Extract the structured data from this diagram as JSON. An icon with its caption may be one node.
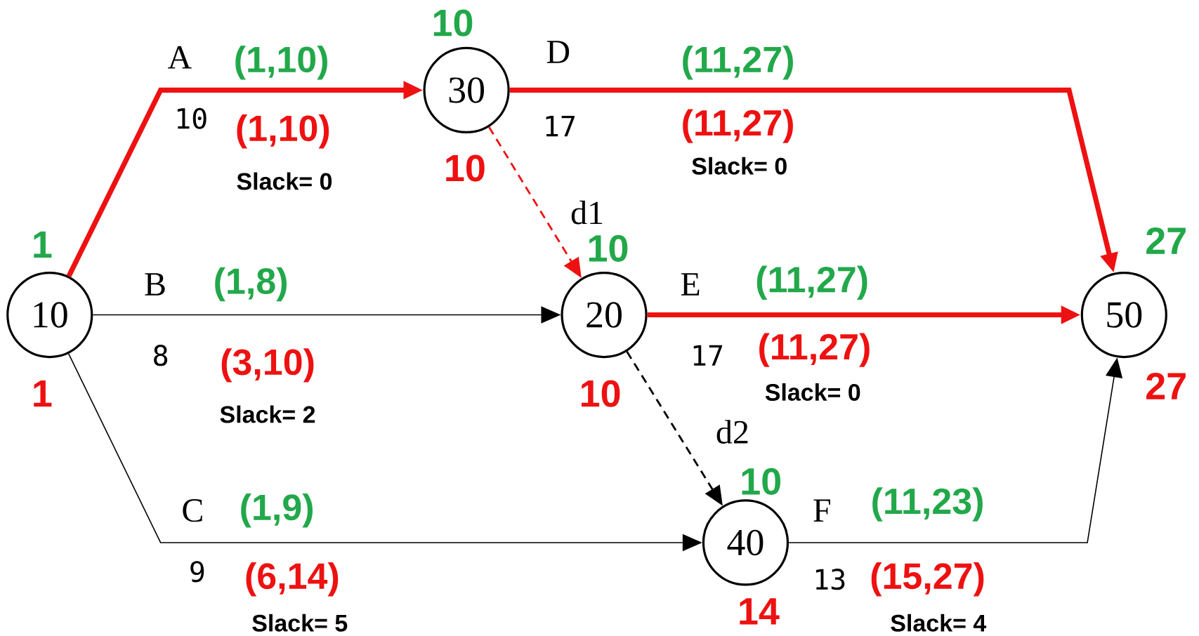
{
  "diagram": {
    "nodes": [
      {
        "text": [
          "10"
        ],
        "beside": [
          "1",
          "1"
        ]
      },
      {
        "text": [
          "30"
        ],
        "beside": [
          "10",
          "10"
        ]
      },
      {
        "text": [
          "20"
        ],
        "beside": [
          "10",
          "10"
        ]
      },
      {
        "text": [
          "40"
        ],
        "beside": [
          "10",
          "14"
        ]
      },
      {
        "text": [
          "50"
        ],
        "beside": [
          "27",
          "27"
        ]
      }
    ],
    "edges": [
      {
        "from": 0,
        "to": 1,
        "arrow": "to",
        "label": "A",
        "style": "thick",
        "color": "#ee1111"
      },
      {
        "from": 0,
        "to": 2,
        "arrow": "to",
        "label": "B",
        "color": "#000000"
      },
      {
        "from": 0,
        "to": 3,
        "arrow": "to",
        "label": "C",
        "color": "#000000"
      },
      {
        "from": 1,
        "to": 4,
        "arrow": "to",
        "label": "D",
        "style": "thick",
        "color": "#ee1111"
      },
      {
        "from": 1,
        "to": 2,
        "arrow": "to",
        "label": "d1",
        "style": "dashed",
        "color": "#ee1111"
      },
      {
        "from": 2,
        "to": 4,
        "arrow": "to",
        "label": "E",
        "style": "thick",
        "color": "#ee1111"
      },
      {
        "from": 2,
        "to": 3,
        "arrow": "to",
        "label": "d2",
        "style": "dashed",
        "color": "#000000"
      },
      {
        "from": 3,
        "to": 4,
        "arrow": "to",
        "label": "F",
        "color": "#000000"
      }
    ],
    "labels": [
      "(1,10)",
      "10",
      "(1,10)",
      "Slack= 0",
      "(11,27)",
      "17",
      "(11,27)",
      "Slack= 0",
      "(1,8)",
      "8",
      "(3,10)",
      "Slack= 2",
      "(11,27)",
      "17",
      "(11,27)",
      "Slack= 0",
      "(1,9)",
      "9",
      "(6,14)",
      "Slack= 5",
      "(11,23)",
      "13",
      "(15,27)",
      "Slack= 4"
    ]
  }
}
